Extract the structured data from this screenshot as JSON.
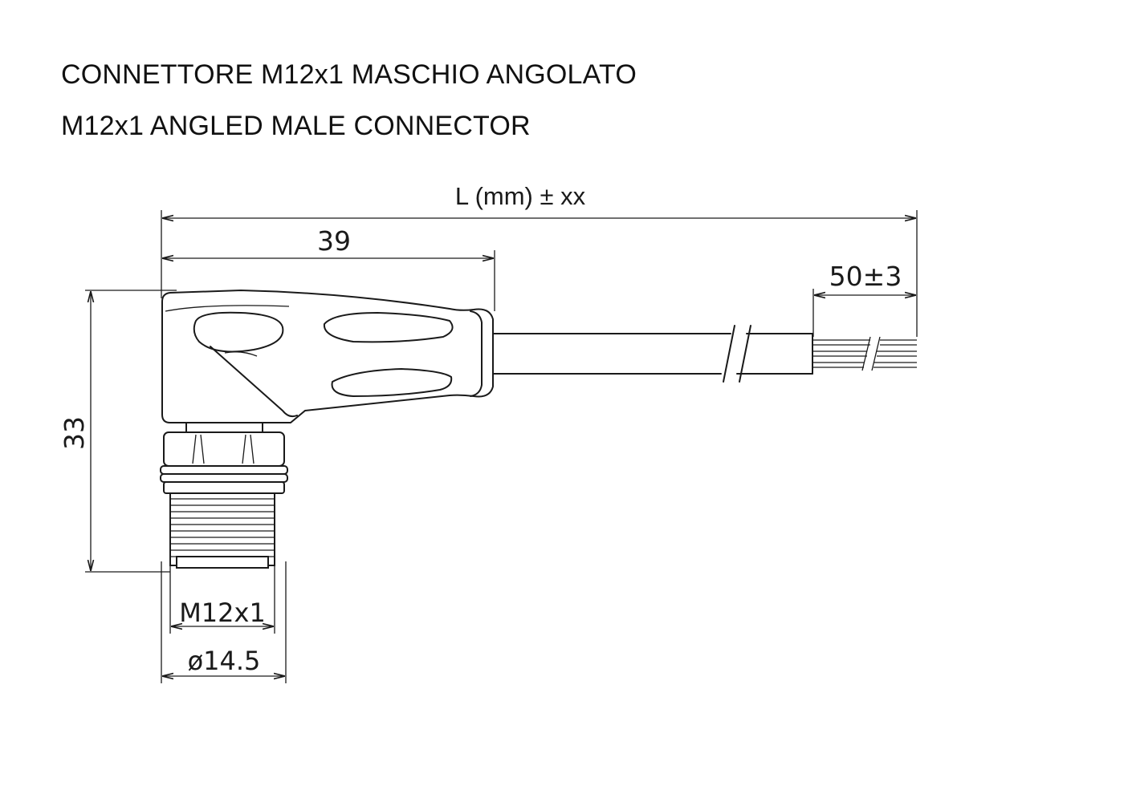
{
  "title": {
    "line1": "CONNETTORE M12x1 MASCHIO ANGOLATO",
    "line2": "M12x1 ANGLED MALE CONNECTOR"
  },
  "dimensions": {
    "total_length": "L (mm) ± xx",
    "body_length": "39",
    "stripped_length": "50±3",
    "height": "33",
    "thread": "M12x1",
    "diameter": "ø14.5"
  }
}
